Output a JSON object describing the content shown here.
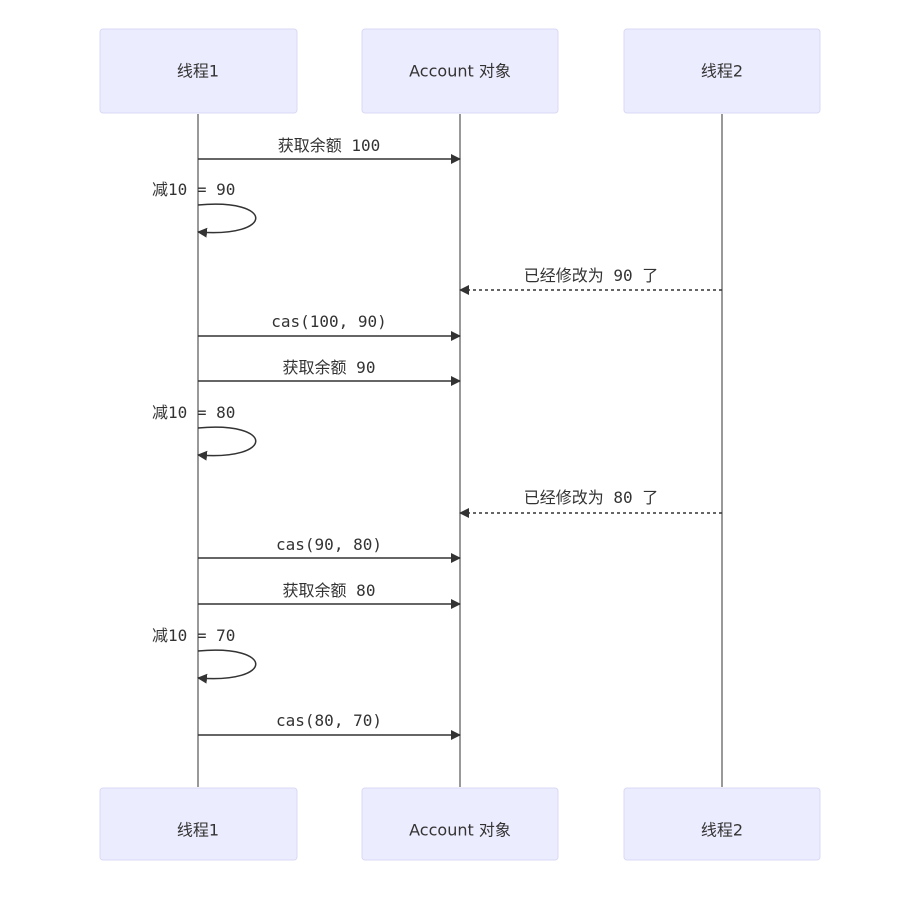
{
  "actors": [
    {
      "id": "t1",
      "label": "线程1"
    },
    {
      "id": "acc",
      "label": "Account 对象"
    },
    {
      "id": "t2",
      "label": "线程2"
    }
  ],
  "messages": [
    {
      "from": "t1",
      "to": "acc",
      "text": "获取余额 100",
      "style": "solid"
    },
    {
      "from": "t1",
      "to": "t1",
      "text": "减10 = 90",
      "style": "self"
    },
    {
      "from": "t2",
      "to": "acc",
      "text": "已经修改为 90 了",
      "style": "dashed"
    },
    {
      "from": "t1",
      "to": "acc",
      "text": "cas(100, 90)",
      "style": "solid"
    },
    {
      "from": "t1",
      "to": "acc",
      "text": "获取余额 90",
      "style": "solid"
    },
    {
      "from": "t1",
      "to": "t1",
      "text": "减10 = 80",
      "style": "self"
    },
    {
      "from": "t2",
      "to": "acc",
      "text": "已经修改为 80 了",
      "style": "dashed"
    },
    {
      "from": "t1",
      "to": "acc",
      "text": "cas(90, 80)",
      "style": "solid"
    },
    {
      "from": "t1",
      "to": "acc",
      "text": "获取余额 80",
      "style": "solid"
    },
    {
      "from": "t1",
      "to": "t1",
      "text": "减10 = 70",
      "style": "self"
    },
    {
      "from": "t1",
      "to": "acc",
      "text": "cas(80, 70)",
      "style": "solid"
    }
  ]
}
